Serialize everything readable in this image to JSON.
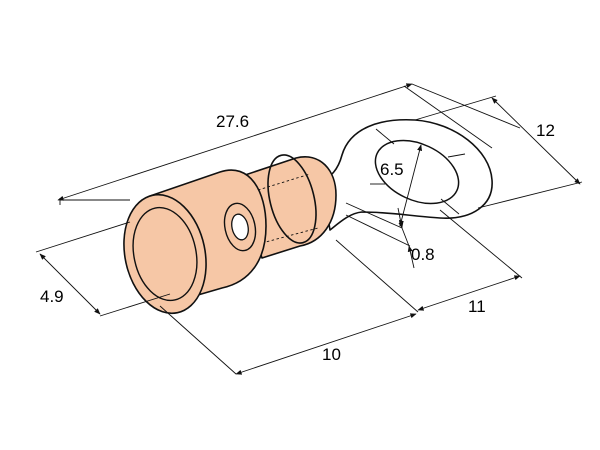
{
  "diagram": {
    "type": "ring-terminal-dimension-drawing",
    "colors": {
      "insulation": "#f6c7a6",
      "outline": "#111111",
      "background": "#ffffff"
    },
    "dimensions": {
      "overall_length": "27.6",
      "ring_width": "12",
      "stud_hole": "6.5",
      "thickness": "0.8",
      "sleeve_diameter": "4.9",
      "tongue_length": "11",
      "sleeve_length": "10"
    }
  }
}
